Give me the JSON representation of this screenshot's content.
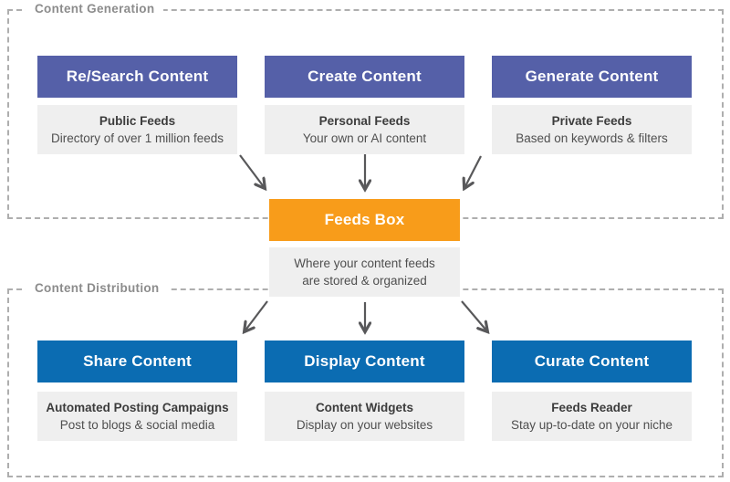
{
  "sections": [
    {
      "label": "Content Generation",
      "cards": [
        {
          "title": "Re/Search Content",
          "feed_title": "Public Feeds",
          "feed_desc": "Directory of over 1 million feeds"
        },
        {
          "title": "Create Content",
          "feed_title": "Personal Feeds",
          "feed_desc": "Your own or AI content"
        },
        {
          "title": "Generate Content",
          "feed_title": "Private Feeds",
          "feed_desc": "Based on keywords & filters"
        }
      ]
    },
    {
      "label": "Content Distribution",
      "cards": [
        {
          "title": "Share Content",
          "feed_title": "Automated Posting Campaigns",
          "feed_desc": "Post to blogs & social media"
        },
        {
          "title": "Display Content",
          "feed_title": "Content Widgets",
          "feed_desc": "Display on your websites"
        },
        {
          "title": "Curate Content",
          "feed_title": "Feeds Reader",
          "feed_desc": "Stay up-to-date on your niche"
        }
      ]
    }
  ],
  "hub": {
    "title": "Feeds Box",
    "desc": [
      "Where your content feeds",
      "are stored & organized"
    ]
  },
  "colors": {
    "generation_header": "#5560a8",
    "distribution_header": "#0b6cb2",
    "hub": "#f89c1a",
    "card_body": "#efefef",
    "arrow": "#58585a",
    "section_border": "#aeaeae",
    "section_label": "#8c8c8c"
  }
}
